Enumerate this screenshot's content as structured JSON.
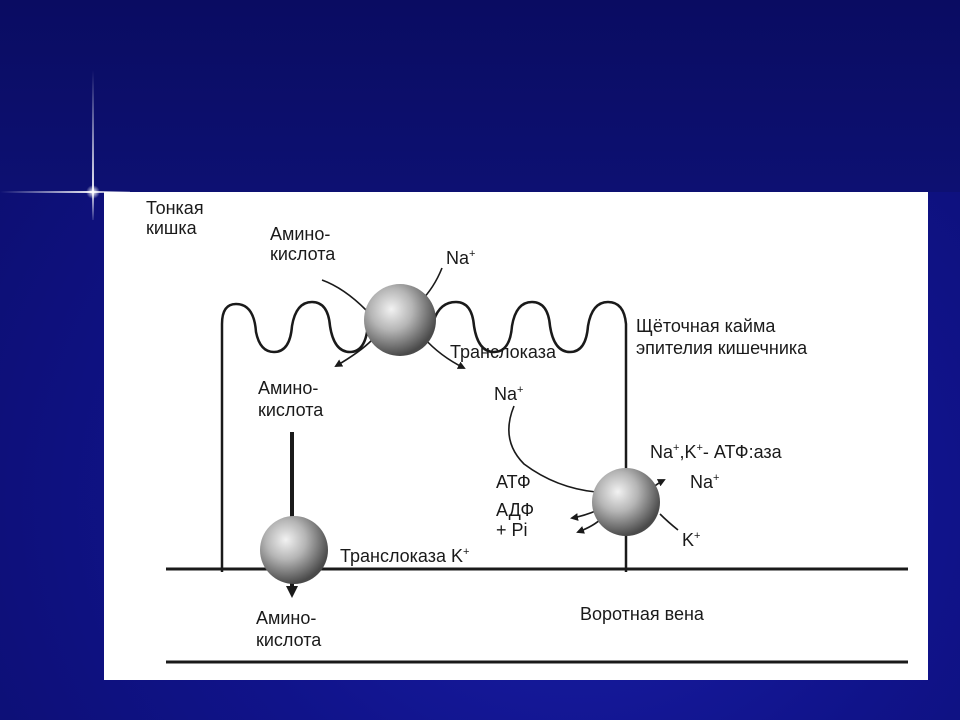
{
  "labels": {
    "small_intestine_1": "Тонкая",
    "small_intestine_2": "кишка",
    "aa_top_1": "Амино-",
    "aa_top_2": "кислота",
    "na_top": "Na",
    "na_top_sup": "+",
    "brush_border_1": "Щёточная кайма",
    "brush_border_2": "эпителия кишечника",
    "translocase_top": "Транслоказа",
    "aa_mid_1": "Амино-",
    "aa_mid_2": "кислота",
    "na_mid": "Na",
    "na_mid_sup": "+",
    "atpase_na": "Na",
    "atpase_k": "K",
    "atpase_sup": "+",
    "atpase_suffix": "- АТФ:аза",
    "na_right": "Na",
    "na_right_sup": "+",
    "atp": "АТФ",
    "adp": "АДФ",
    "pi": "+ Pi",
    "k_right": "K",
    "k_right_sup": "+",
    "translocase_bottom": "Транслоказа",
    "k_bottom": "K",
    "k_bottom_sup": "+",
    "aa_bottom_1": "Амино-",
    "aa_bottom_2": "кислота",
    "portal_vein": "Воротная вена"
  },
  "colors": {
    "background": "#10138a",
    "panel": "#ffffff",
    "line": "#1a1a1a"
  }
}
